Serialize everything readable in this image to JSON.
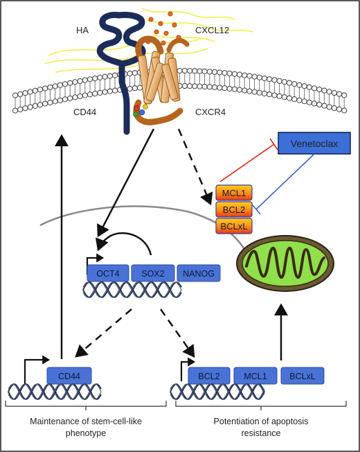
{
  "labels": {
    "ha": "HA",
    "cxcl12": "CXCL12",
    "cd44": "CD44",
    "cxcr4": "CXCR4",
    "venetoclax": "Venetoclax"
  },
  "bcl_family": [
    "MCL1",
    "BCL2",
    "BCLxL"
  ],
  "stem_genes": [
    "OCT4",
    "SOX2",
    "NANOG"
  ],
  "cd44_gene": "CD44",
  "apoptosis_genes": [
    "BCL2",
    "MCL1",
    "BCLxL"
  ],
  "captions": {
    "left_line1": "Maintenance of stem-cell-like",
    "left_line2": "phenotype",
    "right_line1": "Potentiation of apoptosis",
    "right_line2": "resistance"
  },
  "colors": {
    "receptor": "#1c2c58",
    "cxcr4": "#b5651d",
    "gene_box": "#4a72d6",
    "venetoclax_box": "#3d6fd8",
    "inhibit_red": "#e0201a",
    "inhibit_blue": "#3a5fc8",
    "mito_inner": "#8fe04a",
    "mito_outer": "#5a4a2a"
  }
}
